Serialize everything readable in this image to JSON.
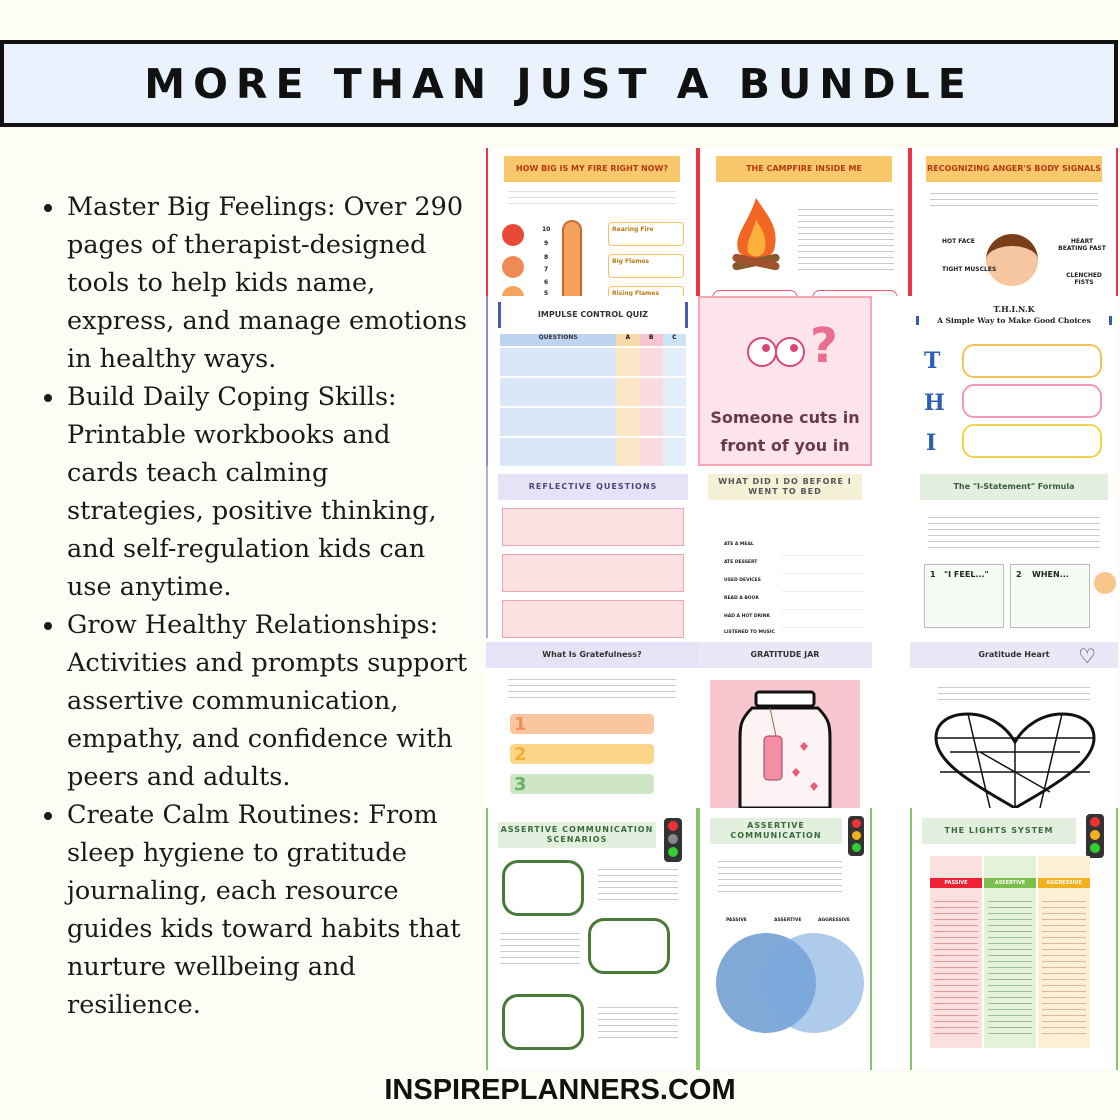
{
  "banner": {
    "title": "MORE THAN JUST A BUNDLE"
  },
  "bullets": [
    "Master Big Feelings: Over 290 pages of therapist-designed tools to help kids name, express, and manage emotions in healthy ways.",
    "Build Daily Coping Skills: Printable workbooks and cards teach calming strategies, positive thinking, and self-regulation kids can use anytime.",
    "Grow Healthy Relationships: Activities and prompts support assertive communication, empathy, and confidence with peers and adults.",
    "Create Calm Routines: From sleep hygiene to gratitude journaling, each resource guides kids toward habits that nurture wellbeing and resilience."
  ],
  "pages": {
    "fire_meter": {
      "title": "HOW BIG IS MY FIRE RIGHT NOW?",
      "levels": [
        "Rearing Fire",
        "Big Flames",
        "Rising Flames"
      ],
      "numbers": [
        "10",
        "9",
        "8",
        "7",
        "6",
        "5"
      ]
    },
    "campfire": {
      "title": "THE CAMPFIRE INSIDE ME"
    },
    "anger_signals": {
      "title": "RECOGNIZING ANGER'S BODY SIGNALS",
      "labels": [
        "HOT FACE",
        "HEART BEATING FAST",
        "TIGHT MUSCLES",
        "CLENCHED FISTS"
      ]
    },
    "impulse_quiz": {
      "title": "IMPULSE CONTROL QUIZ",
      "columns": [
        "QUESTIONS",
        "A",
        "B",
        "C"
      ]
    },
    "scenario_card": {
      "text": "Someone cuts in front of you in"
    },
    "think": {
      "title": "T.H.I.N.K",
      "subtitle": "A Simple Way to Make Good Choices",
      "letters": [
        "T",
        "H",
        "I"
      ]
    },
    "reflective": {
      "title": "REFLECTIVE QUESTIONS"
    },
    "bedtime": {
      "title": "WHAT DID I DO BEFORE I WENT TO BED",
      "items": [
        "ATE A MEAL",
        "ATE DESSERT",
        "USED DEVICES",
        "READ A BOOK",
        "HAD A HOT DRINK",
        "LISTENED TO MUSIC"
      ]
    },
    "i_statement": {
      "title": "The \"I-Statement\" Formula",
      "steps": [
        "1",
        "2"
      ],
      "step_labels": [
        "\"I FEEL...\"",
        "WHEN..."
      ]
    },
    "gratefulness": {
      "title": "What Is Gratefulness?",
      "numbers": [
        "1",
        "2",
        "3"
      ]
    },
    "gratitude_jar": {
      "title": "GRATITUDE JAR"
    },
    "gratitude_heart": {
      "title": "Gratitude Heart"
    },
    "assertive_scenarios": {
      "title": "ASSERTIVE COMMUNICATION SCENARIOS"
    },
    "assertive_comm": {
      "title": "ASSERTIVE COMMUNICATION",
      "styles": [
        "PASSIVE",
        "ASSERTIVE",
        "AGGRESSIVE"
      ]
    },
    "traffic_lights": {
      "title": "THE LIGHTS SYSTEM",
      "columns": [
        "PASSIVE",
        "ASSERTIVE",
        "AGGRESSIVE"
      ]
    }
  },
  "footer": {
    "website": "INSPIREPLANNERS.COM"
  },
  "colors": {
    "banner_bg": "#eaf3fd",
    "page_bg": "#fdfdf6",
    "fire_header": "#f9c86a",
    "pink": "#f7c2cd",
    "purple_header": "#e6e3f7",
    "green_border": "#8bc56a"
  }
}
